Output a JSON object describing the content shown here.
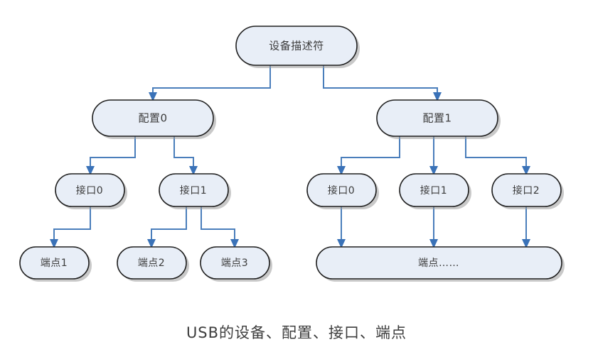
{
  "figure": {
    "caption": "USB的设备、配置、接口、端点",
    "background_color": "#ffffff",
    "node_fill": "#e8eef7",
    "node_stroke": "#1f1f1f",
    "edge_color": "#4a7ebb",
    "arrow_color": "#3a72b8",
    "text_color": "#3b3b3b"
  },
  "nodes": {
    "root": {
      "label": "设备描述符"
    },
    "config0": {
      "label": "配置0"
    },
    "config1": {
      "label": "配置1"
    },
    "c0_if0": {
      "label": "接口0"
    },
    "c0_if1": {
      "label": "接口1"
    },
    "c1_if0": {
      "label": "接口0"
    },
    "c1_if1": {
      "label": "接口1"
    },
    "c1_if2": {
      "label": "接口2"
    },
    "ep1": {
      "label": "端点1"
    },
    "ep2": {
      "label": "端点2"
    },
    "ep3": {
      "label": "端点3"
    },
    "ep_more": {
      "label": "端点……"
    }
  },
  "levels": {
    "level1": "设备描述符",
    "level2": "配置",
    "level3": "接口",
    "level4": "端点"
  }
}
